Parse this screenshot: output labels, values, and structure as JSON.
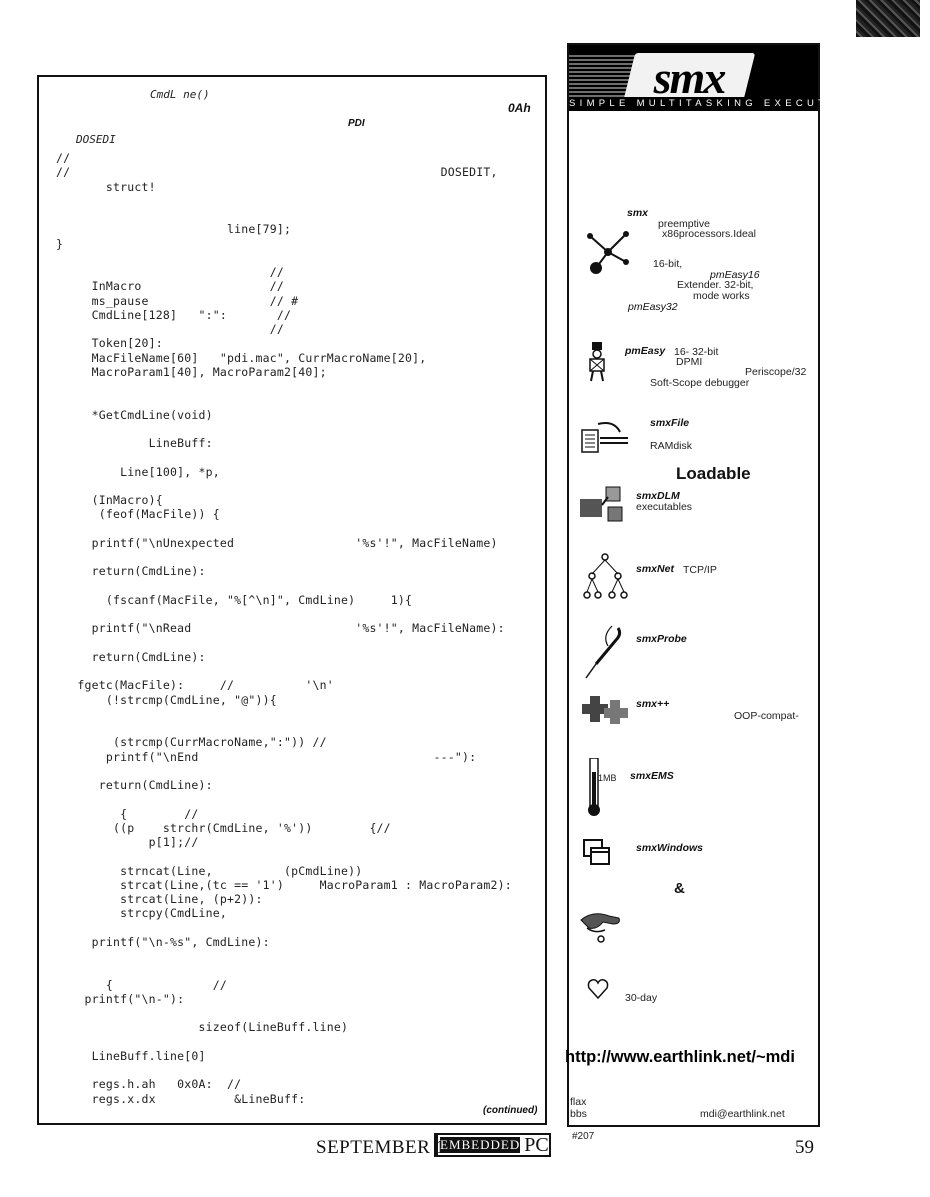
{
  "listing": {
    "caption": {
      "func": "CmdL ne()",
      "pdi": "PDI",
      "hex": "0Ah",
      "dosedi": "DOSEDI"
    },
    "lines": [
      "//",
      "//                                                    DOSEDIT,",
      "       struct!",
      "",
      "",
      "                        line[79];",
      "}",
      "",
      "                              //",
      "     InMacro                  //",
      "     ms_pause                 // #",
      "     CmdLine[128]   \":\":       //",
      "                              //",
      "     Token[20]:",
      "     MacFileName[60]   \"pdi.mac\", CurrMacroName[20],",
      "     MacroParam1[40], MacroParam2[40];",
      "",
      "",
      "     *GetCmdLine(void)",
      "",
      "             LineBuff:",
      "",
      "         Line[100], *p,",
      "",
      "     (InMacro){",
      "      (feof(MacFile)) {",
      "",
      "     printf(\"\\nUnexpected                 '%s'!\", MacFileName)",
      "",
      "     return(CmdLine):",
      "",
      "       (fscanf(MacFile, \"%[^\\n]\", CmdLine)     1){",
      "",
      "     printf(\"\\nRead                       '%s'!\", MacFileName):",
      "",
      "     return(CmdLine):",
      "",
      "   fgetc(MacFile):     //          '\\n'",
      "       (!strcmp(CmdLine, \"@\")){",
      "",
      "",
      "        (strcmp(CurrMacroName,\":\")) //",
      "       printf(\"\\nEnd                                 ---\"):",
      "",
      "      return(CmdLine):",
      "",
      "         {        //",
      "        ((p    strchr(CmdLine, '%'))        {//",
      "             p[1];//",
      "",
      "         strncat(Line,          (pCmdLine))",
      "         strcat(Line,(tc == '1')     MacroParam1 : MacroParam2):",
      "         strcat(Line, (p+2)):",
      "         strcpy(CmdLine,",
      "",
      "     printf(\"\\n-%s\", CmdLine):",
      "",
      "",
      "       {              //",
      "    printf(\"\\n-\"):",
      "",
      "                    sizeof(LineBuff.line)",
      "",
      "     LineBuff.line[0]",
      "",
      "     regs.h.ah   0x0A:  //",
      "     regs.x.dx           &LineBuff:"
    ],
    "continued": "(continued)"
  },
  "footer": {
    "date": "SEPTEMBER 1995",
    "magazine": "EMBEDDED",
    "magazine_pc": "PC",
    "page_number": "59"
  },
  "ad": {
    "logo": "smx",
    "tagline": "SIMPLE MULTITASKING EXECUTIVE",
    "smx": {
      "name": "smx",
      "line1": "preemptive",
      "line2": "x86processors.Ideal",
      "line3": "16-bit,",
      "line4": "pmEasy16",
      "line5": "Extender. 32-bit,",
      "line6": "mode works",
      "line7": "pmEasy32"
    },
    "pmeasy": {
      "name": "pmEasy",
      "line1": "16-    32-bit",
      "line2": "DPMI",
      "line3": "Periscope/32",
      "line4": "Soft-Scope debugger"
    },
    "smxfile": {
      "name": "smxFile",
      "line1": "RAMdisk"
    },
    "loadable": "Loadable",
    "smxdlm": {
      "name": "smxDLM",
      "line1": "executables"
    },
    "smxnet": {
      "name": "smxNet",
      "line1": "TCP/IP"
    },
    "smxprobe": {
      "name": "smxProbe"
    },
    "smxpp": {
      "name": "smx++",
      "line1": "OOP-compat-"
    },
    "smxems": {
      "name": "smxEMS",
      "thermo": "1MB"
    },
    "smxwindows": {
      "name": "smxWindows"
    },
    "amp": "&",
    "trial": "30-day",
    "url": "http://www.earthlink.net/~mdi",
    "fax": "flax",
    "bbs": "bbs",
    "email": "mdi@earthlink.net",
    "reader_number": "#207"
  }
}
